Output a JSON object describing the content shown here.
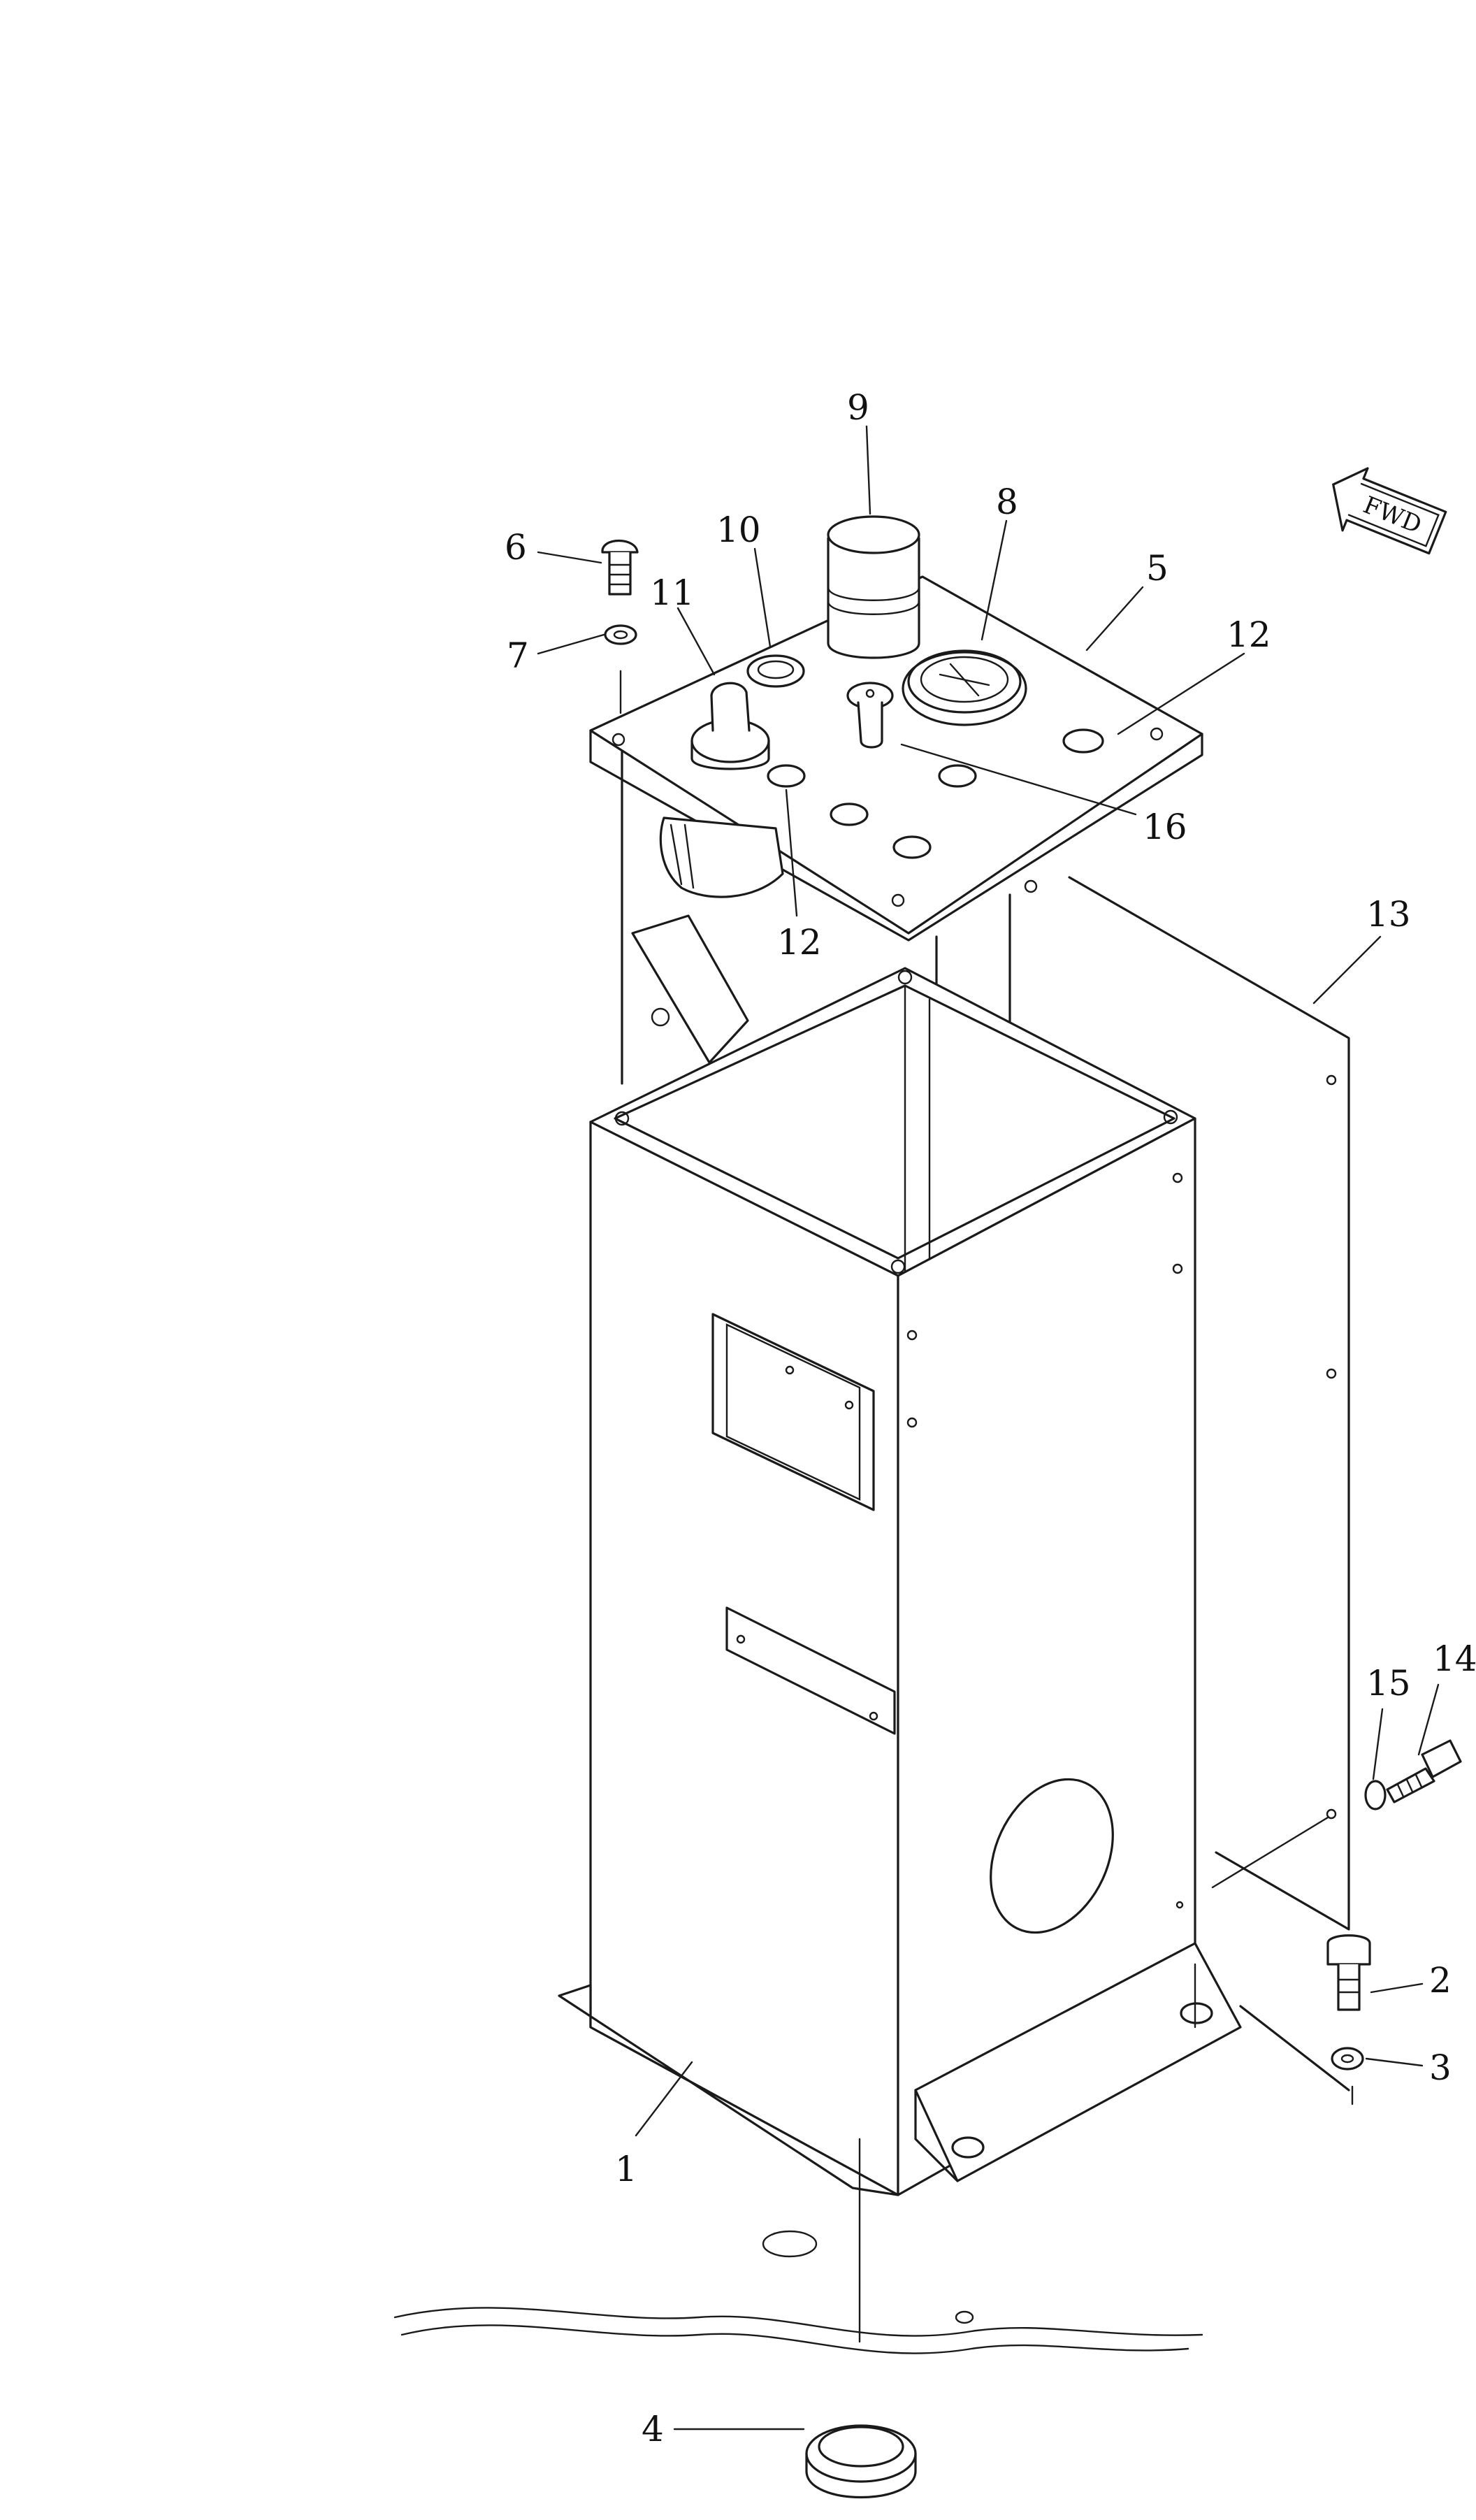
{
  "diagram": {
    "direction_badge": "FWD",
    "callouts": [
      {
        "id": "c1",
        "label": "1"
      },
      {
        "id": "c2",
        "label": "2"
      },
      {
        "id": "c3",
        "label": "3"
      },
      {
        "id": "c4",
        "label": "4"
      },
      {
        "id": "c5",
        "label": "5"
      },
      {
        "id": "c6",
        "label": "6"
      },
      {
        "id": "c7",
        "label": "7"
      },
      {
        "id": "c8",
        "label": "8"
      },
      {
        "id": "c9",
        "label": "9"
      },
      {
        "id": "c10",
        "label": "10"
      },
      {
        "id": "c11",
        "label": "11"
      },
      {
        "id": "c12a",
        "label": "12"
      },
      {
        "id": "c12b",
        "label": "12"
      },
      {
        "id": "c13",
        "label": "13"
      },
      {
        "id": "c14",
        "label": "14"
      },
      {
        "id": "c15",
        "label": "15"
      },
      {
        "id": "c16",
        "label": "16"
      }
    ]
  }
}
